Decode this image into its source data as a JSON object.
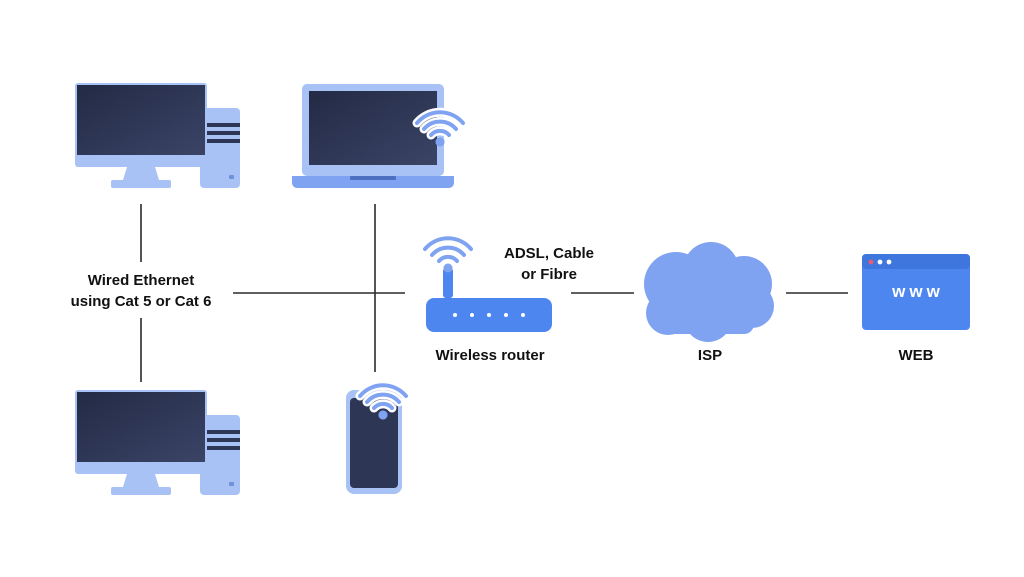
{
  "labels": {
    "wired_line1": "Wired Ethernet",
    "wired_line2": "using Cat 5 or Cat 6",
    "link_line1": "ADSL, Cable",
    "link_line2": "or Fibre",
    "router": "Wireless router",
    "isp": "ISP",
    "web": "WEB",
    "www": "www"
  },
  "colors": {
    "device_light": "#A9C2F5",
    "device_mid": "#7FA3F0",
    "device_blue": "#4D86EF",
    "screen_dark": "#2E3656",
    "line": "#2B2B2B",
    "wifi": "#7FA3F0"
  },
  "icons": [
    "desktop-computer-icon",
    "laptop-icon",
    "smartphone-icon",
    "wireless-router-icon",
    "cloud-icon",
    "browser-window-icon",
    "wifi-icon"
  ]
}
